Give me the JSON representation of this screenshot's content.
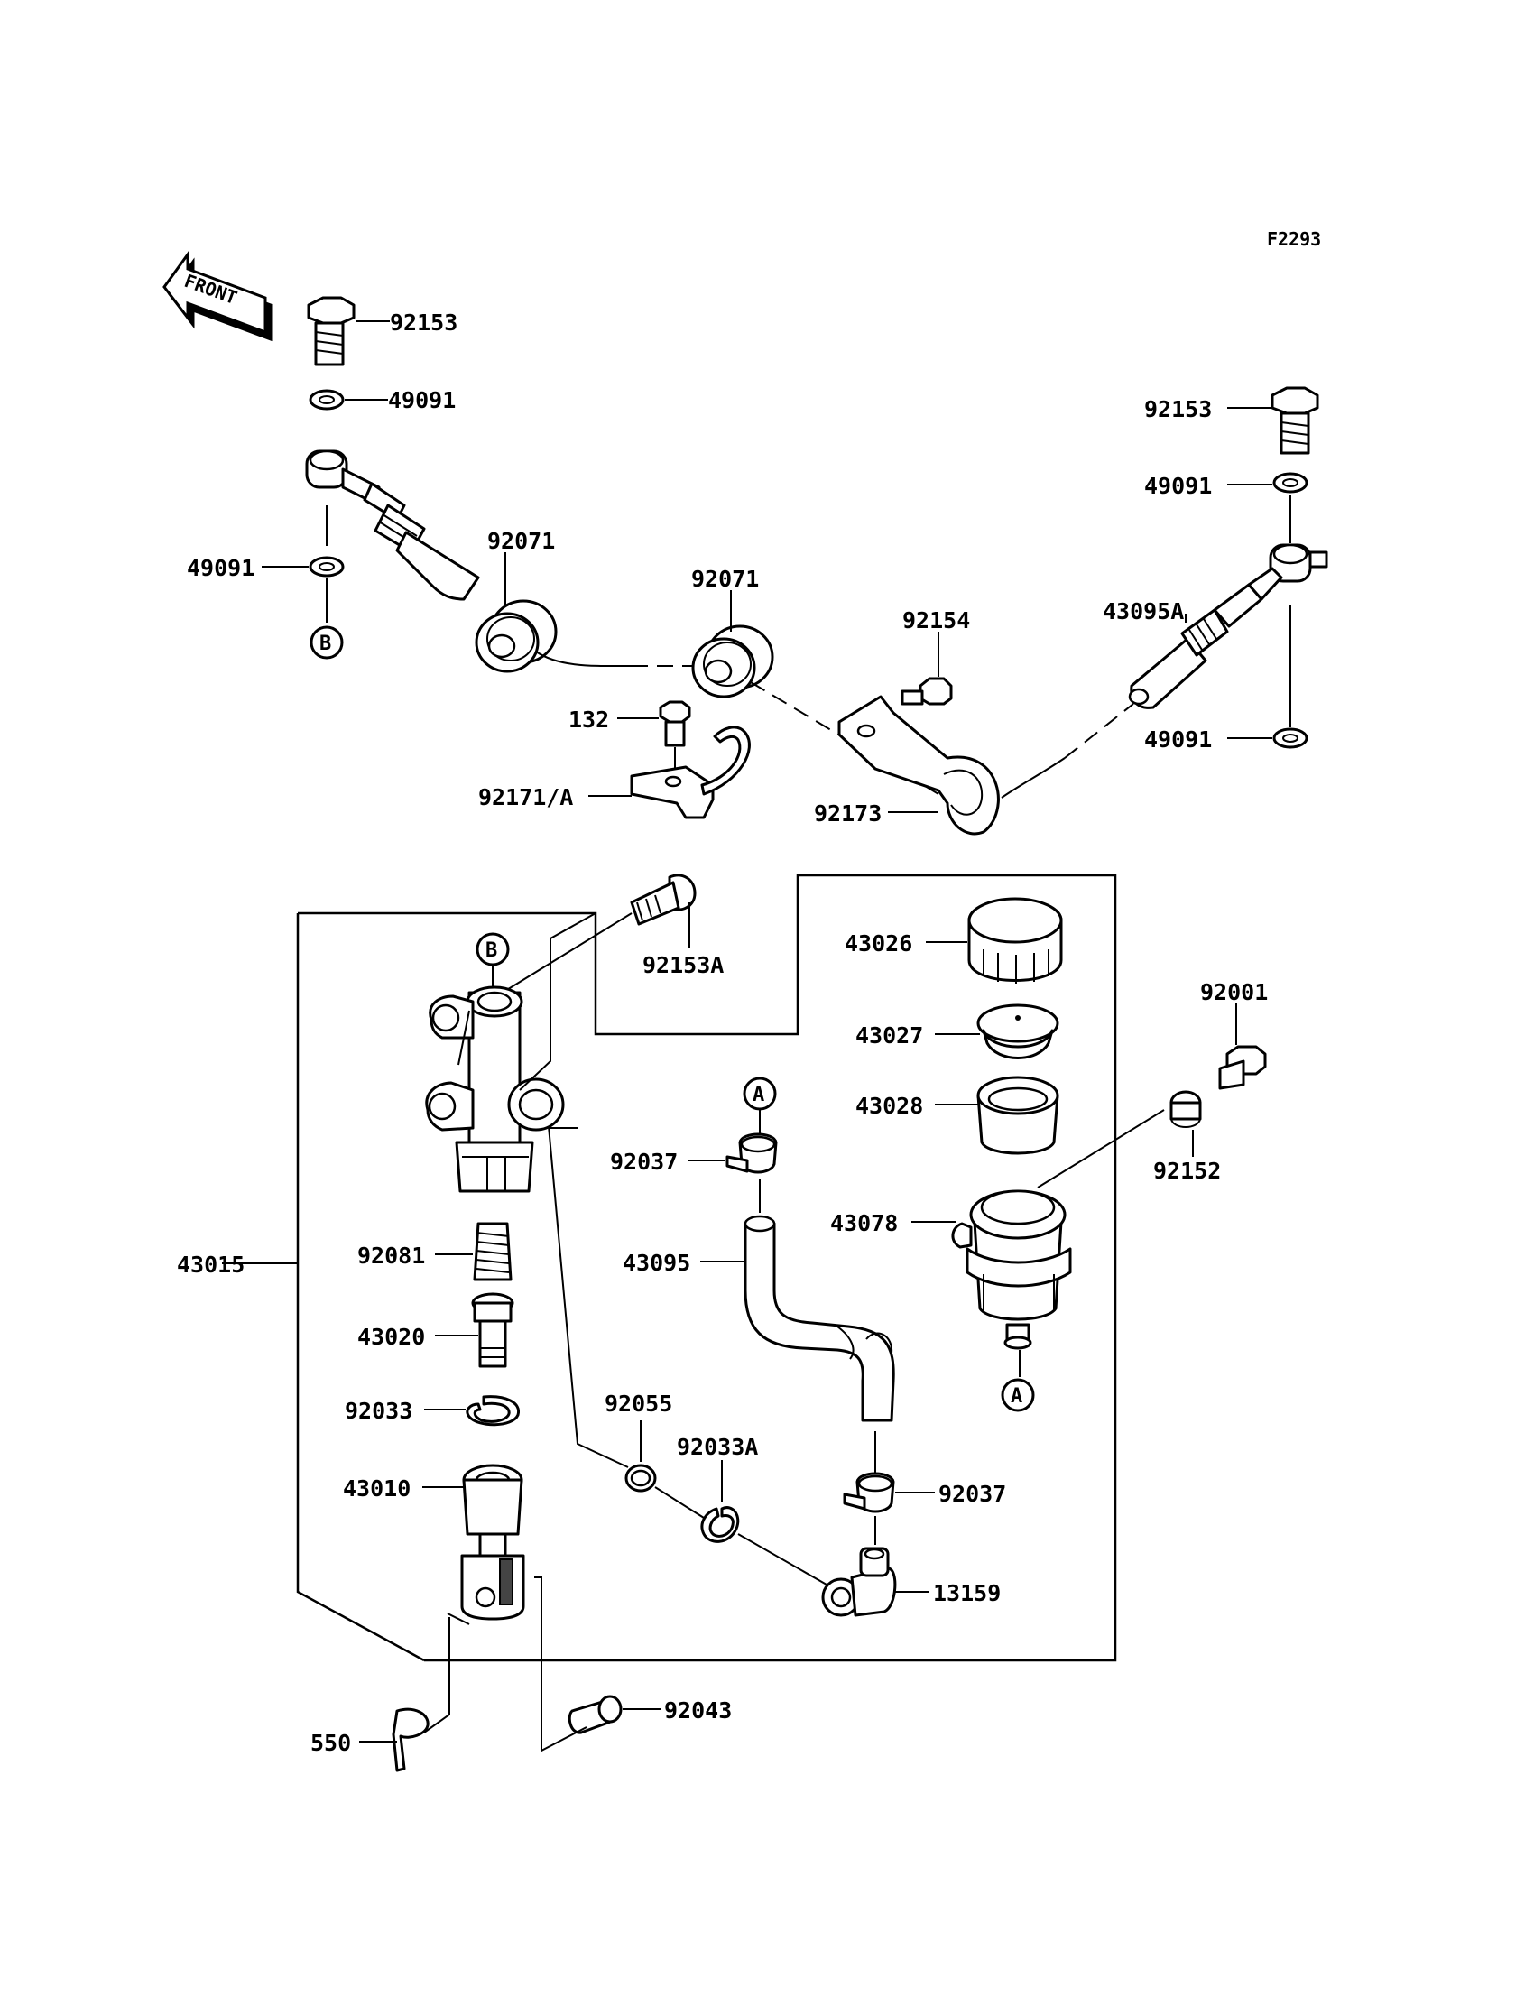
{
  "figure_code": "F2293",
  "front_label": "FRONT",
  "ref_marks": {
    "a": "A",
    "b": "B"
  },
  "parts": {
    "bolt_top_left": "92153",
    "washer_upper_left": "49091",
    "washer_lower_left": "49091",
    "grommet_left": "92071",
    "grommet_mid": "92071",
    "bolt_132": "132",
    "clamp_92171": "92171/A",
    "bolt_92154": "92154",
    "clamp_92173": "92173",
    "hose_43095A": "43095A",
    "bolt_top_right": "92153",
    "washer_upper_right": "49091",
    "washer_lower_right": "49091",
    "bolt_92153A": "92153A",
    "cap_43026": "43026",
    "plate_43027": "43027",
    "diaphragm_43028": "43028",
    "reservoir_43078": "43078",
    "screw_92001": "92001",
    "collar_92152": "92152",
    "clamp_upper_92037": "92037",
    "hose_43095": "43095",
    "clamp_lower_92037": "92037",
    "master_cyl_43015": "43015",
    "spring_92081": "92081",
    "piston_43020": "43020",
    "circlip_92033": "92033",
    "pushrod_43010": "43010",
    "oring_92055": "92055",
    "circlip_92033A": "92033A",
    "fitting_13159": "13159",
    "pin_92043": "92043",
    "cotter_550": "550"
  }
}
